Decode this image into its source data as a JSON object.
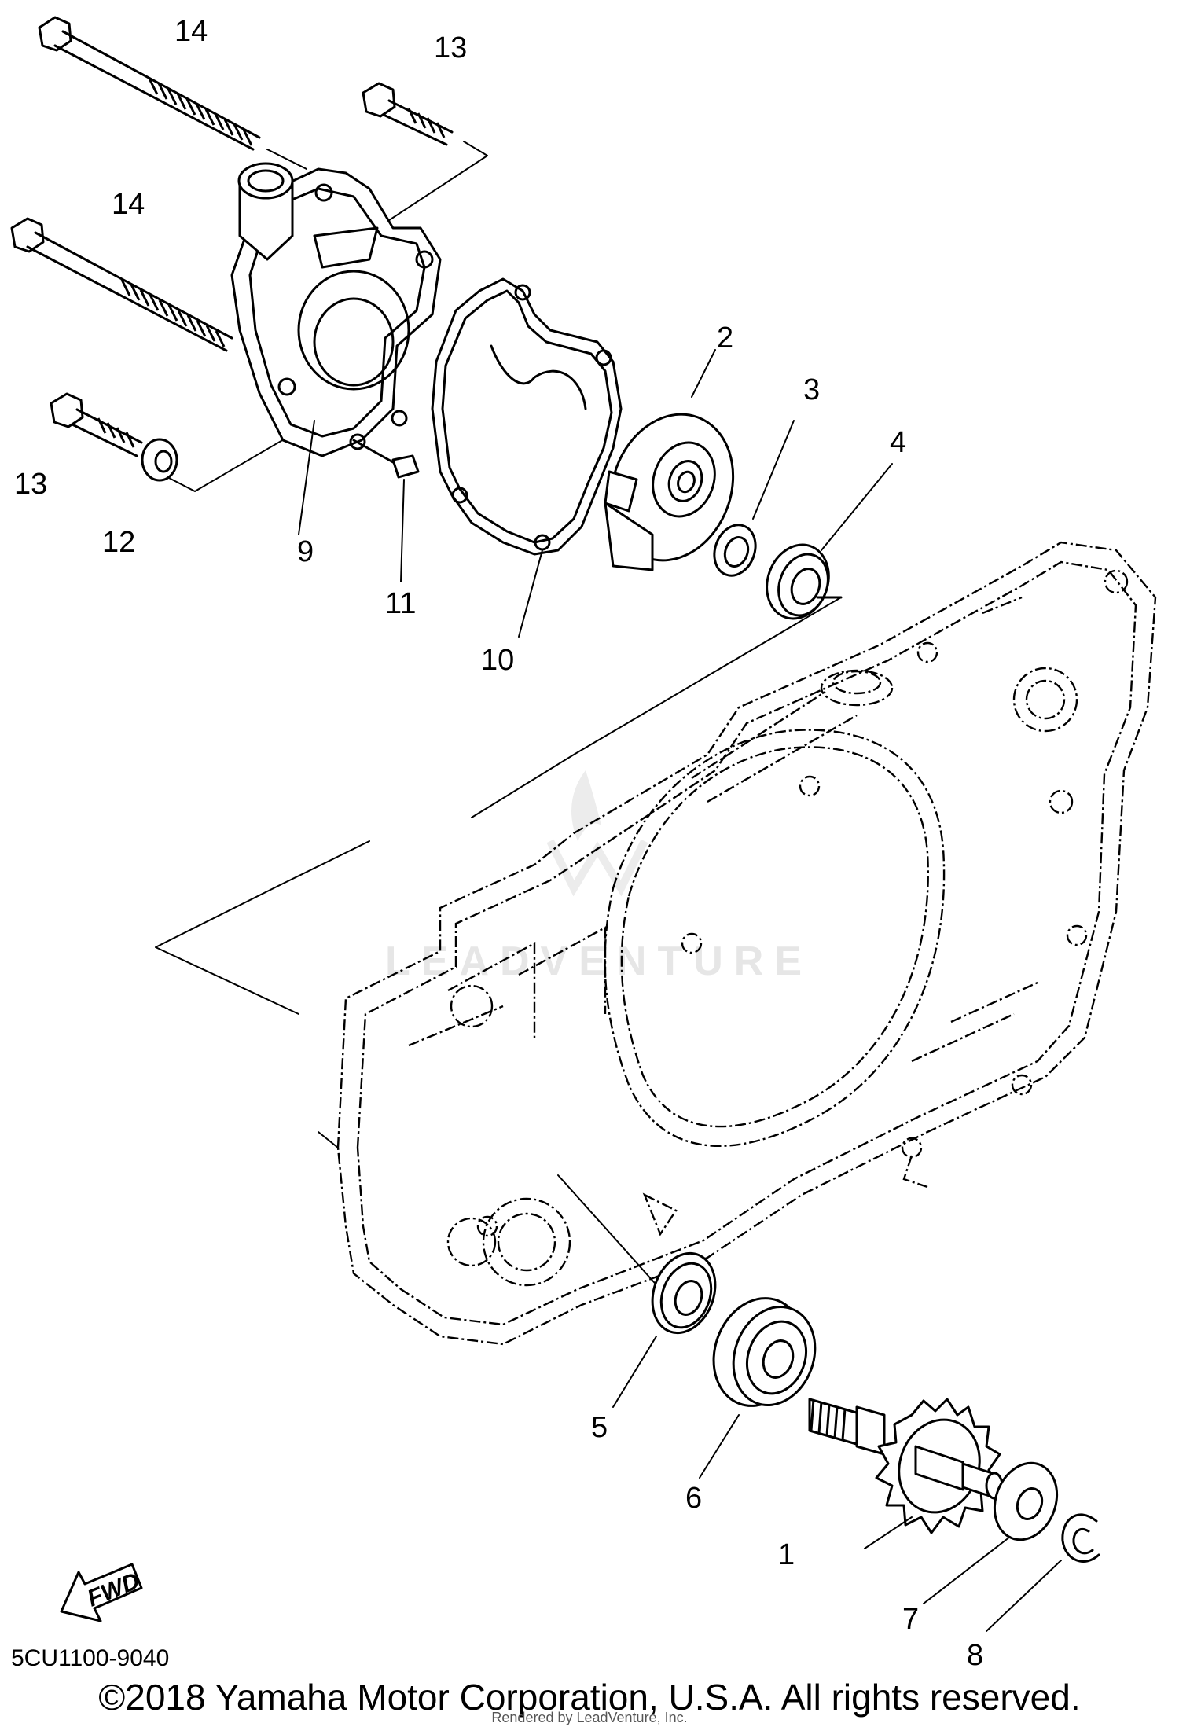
{
  "callouts": {
    "c14a": "14",
    "c13a": "13",
    "c14b": "14",
    "c13b": "13",
    "c12": "12",
    "c9": "9",
    "c11": "11",
    "c10": "10",
    "c2": "2",
    "c3": "3",
    "c4": "4",
    "c5": "5",
    "c6": "6",
    "c1": "1",
    "c7": "7",
    "c8": "8"
  },
  "fwd_label": "FWD",
  "drawing_code": "5CU1100-9040",
  "copyright": "©2018 Yamaha Motor Corporation, U.S.A. All rights reserved.",
  "rendered_by": "Rendered by LeadVenture, Inc.",
  "watermark": "LEADVENTURE"
}
